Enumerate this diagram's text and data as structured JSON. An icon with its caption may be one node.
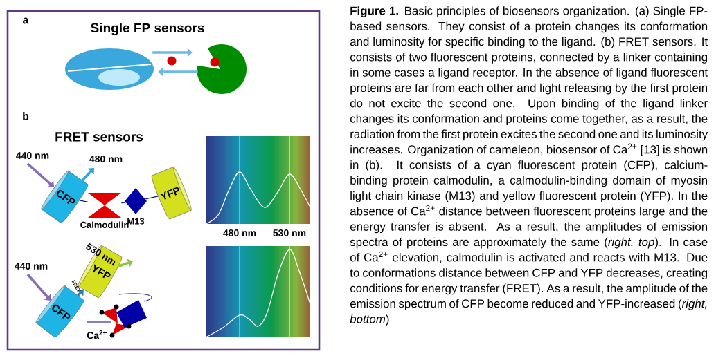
{
  "diagram": {
    "caption": "**Figure 1.** Basic principles of biosensors organization. (a) Single FP-based sensors. They consist of a protein changes its conformation and luminosity for specific binding to the ligand. (b) FRET sensors. It consists of two fluorescent proteins, connected by a linker containing in some cases a ligand receptor. In the absence of ligand fluorescent proteins are far from each other and light releasing by the first protein do not excite the second one. Upon binding of the ligand linker changes its conformation and proteins come together, as a result, the radiation from the first protein excites the second one and its luminosity increases. Organization of cameleon, biosensor of Ca$^{2+}$ [13] is shown in (b). It consists of a cyan fluorescent protein (CFP), calcium-binding protein calmodulin, a calmodulin-binding domain of myosin light chain kinase (M13) and yellow fluorescent protein (YFP). In the absence of Ca$^{2+}$ distance between fluorescent proteins large and the energy transfer is absent. As a result, the amplitudes of emission spectra of proteins are approximately the same (*right, top*). In case of Ca$^{2+}$ elevation, calmodulin is activated and reacts with M13. Due to conformations distance between CFP and YFP decreases, creating conditions for energy transfer (FRET). As a result, the amplitude of the emission spectrum of CFP become reduced and YFP-increased (*right, bottom*)",
    "nodes": [
      {
        "text": [],
        "shape": "picture"
      },
      {
        "text": [],
        "shape": "picture"
      },
      {
        "text": [
          "CFP"
        ]
      },
      {
        "text": [],
        "shape": "hourglass",
        "beside": [
          "Calmodulin"
        ]
      },
      {
        "text": [],
        "shape": "diamond",
        "beside": [
          "M13"
        ]
      },
      {
        "text": [
          "YFP"
        ]
      },
      {
        "text": [
          "YFP"
        ]
      },
      {
        "text": [
          "CFP"
        ]
      }
    ],
    "edges": [
      {
        "from": 0,
        "to": 1,
        "arrow": "to",
        "color": "#6fb8e6"
      },
      {
        "from": 1,
        "to": 0,
        "arrow": "to",
        "color": "#6fb8e6"
      },
      {
        "from": 2,
        "to": 3,
        "arrow": "none"
      },
      {
        "from": 3,
        "to": 4,
        "arrow": "none"
      },
      {
        "from": 4,
        "to": 5,
        "arrow": "none"
      },
      {
        "from": null,
        "to": 2,
        "arrow": "to",
        "label": "440 nm",
        "color": "#8a6bb8"
      },
      {
        "from": 2,
        "to": null,
        "arrow": "to",
        "label": "480 nm",
        "color": "#2aa6d8"
      },
      {
        "from": null,
        "to": 7,
        "arrow": "to",
        "label": "440 nm",
        "color": "#8a6bb8"
      },
      {
        "from": 6,
        "to": null,
        "arrow": "to",
        "label": "530 nm",
        "color": "#8cc63f"
      },
      {
        "from": 7,
        "to": 6,
        "arrow": "to",
        "label": "FRET",
        "color": "#2f7fc0"
      }
    ],
    "labels": [
      "a",
      "Single FP sensors",
      "b",
      "FRET sensors",
      "480 nm",
      "530 nm",
      "Ca$^{2+}$"
    ]
  }
}
